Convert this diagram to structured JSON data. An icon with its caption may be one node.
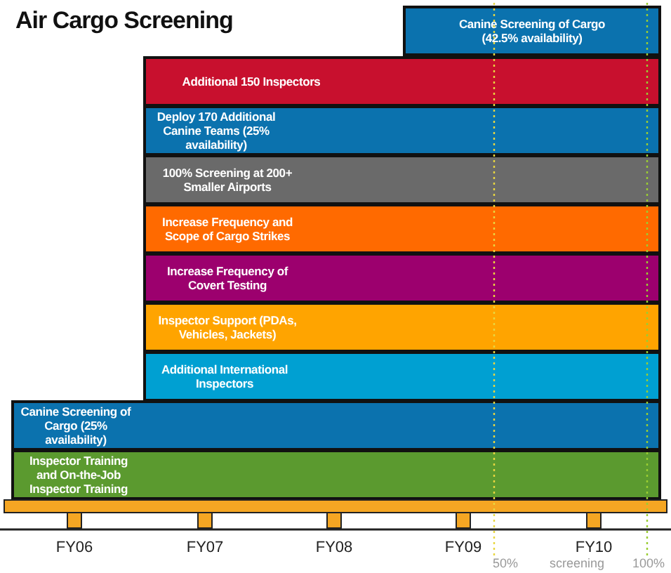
{
  "diagram": {
    "title": "Air Cargo Screening",
    "nodes": [
      {
        "text": [
          "Canine Screening of Cargo (42.5% availability)"
        ]
      },
      {
        "text": [
          "Additional 150 Inspectors"
        ]
      },
      {
        "text": [
          "Deploy 170 Additional Canine Teams (25% availability)"
        ]
      },
      {
        "text": [
          "100% Screening at 200+ Smaller Airports"
        ]
      },
      {
        "text": [
          "Increase Frequency and Scope of Cargo Strikes"
        ]
      },
      {
        "text": [
          "Increase Frequency of Covert Testing"
        ]
      },
      {
        "text": [
          "Inspector Support (PDAs, Vehicles, Jackets)"
        ]
      },
      {
        "text": [
          "Additional International Inspectors"
        ]
      },
      {
        "text": [
          "Canine Screening of Cargo (25% availability)"
        ]
      },
      {
        "text": [
          "Inspector Training and On-the-Job Inspector Training"
        ]
      }
    ],
    "edges": [],
    "labels": [
      "FY06",
      "FY07",
      "FY08",
      "FY09",
      "FY10",
      "50%",
      "screening",
      "100%"
    ]
  }
}
